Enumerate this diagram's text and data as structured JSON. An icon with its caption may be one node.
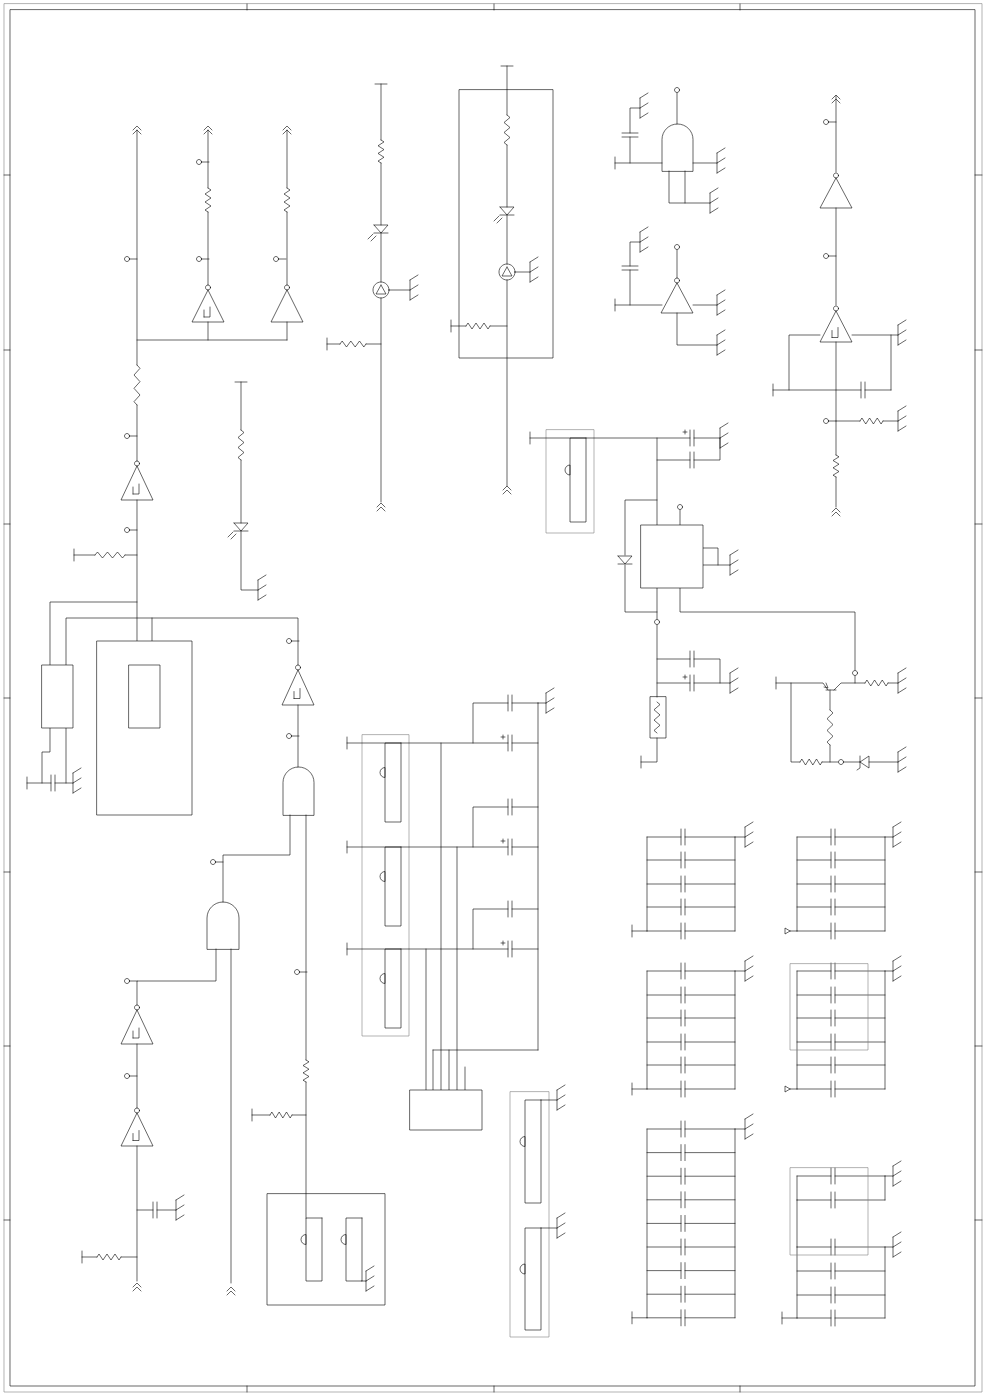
{
  "diagram": {
    "nodes": [
      {
        "text": [],
        "shape": "box"
      },
      {
        "text": [],
        "shape": "box"
      },
      {
        "text": [],
        "shape": "box"
      },
      {
        "text": [],
        "shape": "box",
        "in": 2
      },
      {
        "text": [],
        "shape": "box"
      }
    ]
  }
}
